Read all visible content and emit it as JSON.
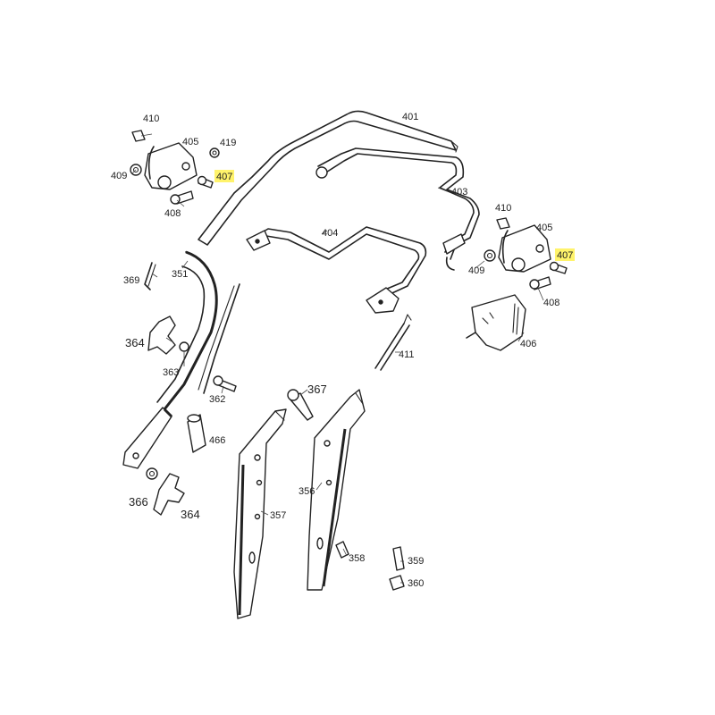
{
  "labels": {
    "p401": "401",
    "p403": "403",
    "p404": "404",
    "p405a": "405",
    "p405b": "405",
    "p406": "406",
    "p407a": "407",
    "p407b": "407",
    "p408a": "408",
    "p408b": "408",
    "p409a": "409",
    "p409b": "409",
    "p410a": "410",
    "p410b": "410",
    "p411": "411",
    "p419": "419",
    "p351": "351",
    "p369": "369",
    "p364a": "364",
    "p364b": "364",
    "p363": "363",
    "p362": "362",
    "p367": "367",
    "p466": "466",
    "p366": "366",
    "p356": "356",
    "p357": "357",
    "p358": "358",
    "p359": "359",
    "p360": "360"
  },
  "highlight_color": "#fff36b",
  "line_color": "#222222"
}
